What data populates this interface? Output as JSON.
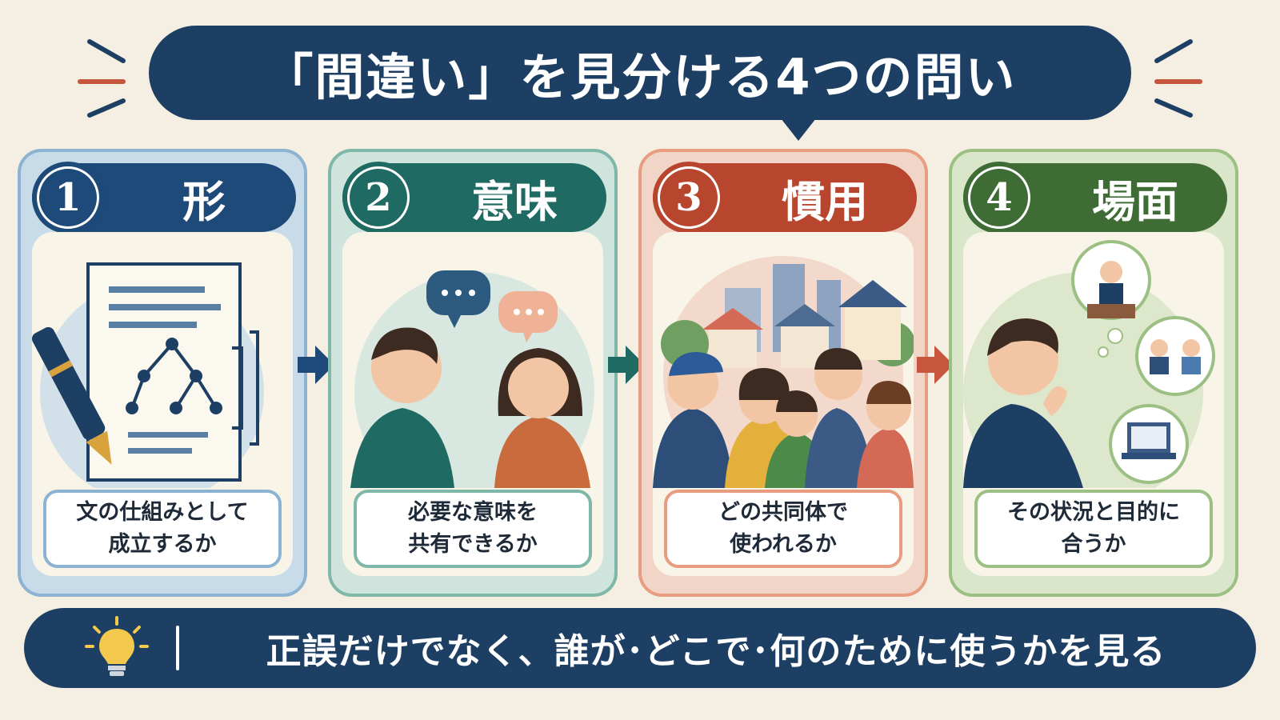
{
  "title": "「間違い」を見分ける4つの問い",
  "cards": [
    {
      "number": "1",
      "label": "形",
      "caption_line1": "文の仕組みとして",
      "caption_line2": "成立するか",
      "color": "#1d4a78",
      "light": "#c8dbe9",
      "border": "#8db3d2",
      "caption_border": "#8db3d2"
    },
    {
      "number": "2",
      "label": "意味",
      "caption_line1": "必要な意味を",
      "caption_line2": "共有できるか",
      "color": "#1f6b63",
      "light": "#cfe4dc",
      "border": "#7fb8a8",
      "caption_border": "#7fb8a8"
    },
    {
      "number": "3",
      "label": "慣用",
      "caption_line1": "どの共同体で",
      "caption_line2": "使われるか",
      "color": "#b8452e",
      "light": "#f1d6c8",
      "border": "#e89c80",
      "caption_border": "#e89c80"
    },
    {
      "number": "4",
      "label": "場面",
      "caption_line1": "その状況と目的に",
      "caption_line2": "合うか",
      "color": "#3f6b35",
      "light": "#d9e6c9",
      "border": "#9cc084",
      "caption_border": "#9cc084"
    }
  ],
  "banner": {
    "text": "正誤だけでなく、誰が･どこで･何のために使うかを見る",
    "icon": "lightbulb-icon"
  }
}
